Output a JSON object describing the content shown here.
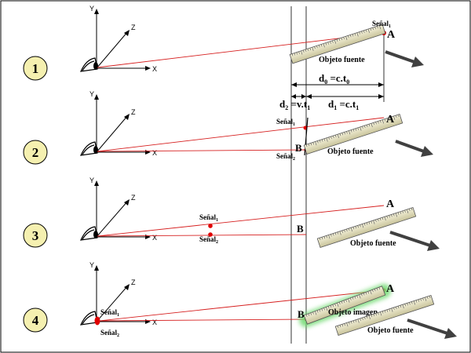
{
  "axes": {
    "x": "X",
    "y": "Y",
    "z": "Z"
  },
  "panels": [
    {
      "number": "1",
      "point_a": "A",
      "signal_a": "Señal",
      "signal_a_sub": "1",
      "ruler_label": "Objeto fuente"
    },
    {
      "number": "2",
      "point_a": "A",
      "point_b": "B",
      "signal1": "Señal",
      "signal1_sub": "1",
      "signal2": "Señal",
      "signal2_sub": "2",
      "ruler_label": "Objeto fuente"
    },
    {
      "number": "3",
      "point_a": "A",
      "point_b": "B",
      "signal1": "Señal",
      "signal1_sub": "1",
      "signal2": "Señal",
      "signal2_sub": "2",
      "ruler_label": "Objeto fuente"
    },
    {
      "number": "4",
      "point_a": "A",
      "point_b": "B",
      "signal1": "Señal",
      "signal1_sub": "1",
      "signal2": "Señal",
      "signal2_sub": "2",
      "ruler_label": "Objeto fuente",
      "image_label": "Objeto imagen"
    }
  ],
  "distances": {
    "d0_prefix": "d",
    "d0_sub": "0",
    "d0_mid": " =c.t",
    "d0_sub2": "0",
    "d2_prefix": "d",
    "d2_sub": "2",
    "d2_mid": " =v.t",
    "d2_sub2": "1",
    "d1_prefix": "d",
    "d1_sub": "1",
    "d1_mid": " =c.t",
    "d1_sub2": "1"
  },
  "colors": {
    "ray": "#d61f1f",
    "dot": "#e00000",
    "arrow": "#404040",
    "circle_fill": "#f5f0b0",
    "ruler_fill": "#e6e2c0",
    "glow": "#6fd96f"
  }
}
